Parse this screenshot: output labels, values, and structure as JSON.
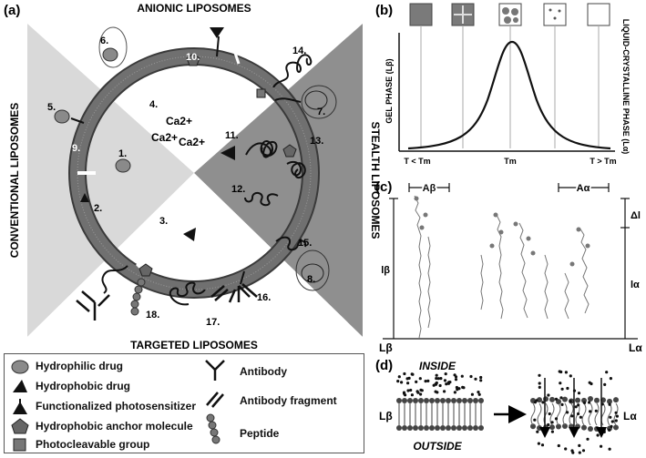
{
  "panels": {
    "a": "(a)",
    "b": "(b)",
    "c": "(c)",
    "d": "(d)"
  },
  "panel_a": {
    "top_label": "ANIONIC LIPOSOMES",
    "left_label": "CONVENTIONAL LIPOSOMES",
    "right_label": "STEALTH LIPOSOMES",
    "bottom_label": "TARGETED LIPOSOMES",
    "ca": [
      "Ca2+",
      "Ca2+",
      "Ca2+"
    ],
    "numbers": [
      "1.",
      "2.",
      "3.",
      "4.",
      "5.",
      "6.",
      "7.",
      "8.",
      "9.",
      "10.",
      "11.",
      "12.",
      "13.",
      "14.",
      "15.",
      "16.",
      "17.",
      "18."
    ]
  },
  "panel_b": {
    "left_axis": "GEL PHASE (Lβ)",
    "right_axis": "LIQUID-CRYSTALLINE PHASE (Lα)",
    "x_ticks": [
      "T < Tm",
      "Tm",
      "T > Tm"
    ]
  },
  "panel_c": {
    "a_beta": "Aβ",
    "a_alpha": "Aα",
    "delta_l": "Δl",
    "l_beta": "lβ",
    "l_alpha": "lα",
    "L_beta": "Lβ",
    "L_alpha": "Lα"
  },
  "panel_d": {
    "inside": "INSIDE",
    "outside": "OUTSIDE",
    "L_beta": "Lβ",
    "L_alpha": "Lα"
  },
  "legend": {
    "items": [
      {
        "label": "Hydrophilic drug",
        "icon": "ellipse-icon"
      },
      {
        "label": "Hydrophobic drug",
        "icon": "triangle-icon"
      },
      {
        "label": "Functionalized photosensitizer",
        "icon": "photosensitizer-icon"
      },
      {
        "label": "Hydrophobic anchor molecule",
        "icon": "pentagon-icon"
      },
      {
        "label": "Photocleavable group",
        "icon": "square-icon"
      },
      {
        "label": "Antibody",
        "icon": "antibody-icon"
      },
      {
        "label": "Antibody fragment",
        "icon": "antibody-fragment-icon"
      },
      {
        "label": "Peptide",
        "icon": "peptide-icon"
      }
    ]
  },
  "colors": {
    "membrane": "#6b6b6b",
    "membrane_edge": "#3a3a3a",
    "sector_light": "#d9d9d9",
    "sector_dark": "#8f8f8f",
    "drug": "#8a8a8a"
  }
}
